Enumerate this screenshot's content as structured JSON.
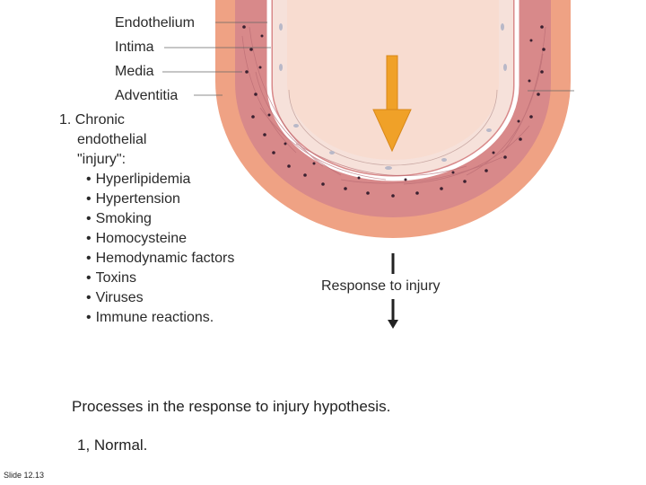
{
  "layers": {
    "endothelium": "Endothelium",
    "intima": "Intima",
    "media": "Media",
    "adventitia": "Adventitia"
  },
  "heading": {
    "line1": "1. Chronic",
    "line2": "endothelial",
    "line3": "\"injury\":"
  },
  "causes": [
    "Hyperlipidemia",
    "Hypertension",
    "Smoking",
    "Homocysteine",
    "Hemodynamic factors",
    "Toxins",
    "Viruses",
    "Immune reactions."
  ],
  "response_label": "Response to injury",
  "caption": {
    "line1": "Processes in the response to  injury hypothesis.",
    "line2": "1, Normal."
  },
  "slide_label": "Slide 12.13",
  "colors": {
    "adventitia": "#f0a88a",
    "media": "#d98a86",
    "intima": "#f6e2dc",
    "lumen": "#f7ddd3",
    "arrow": "#f0a128",
    "nuclei": "#3a2030"
  }
}
